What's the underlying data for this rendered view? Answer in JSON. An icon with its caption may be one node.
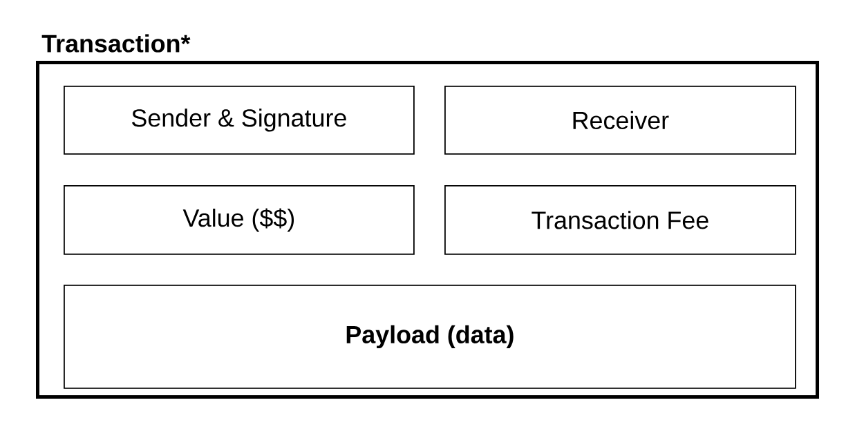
{
  "diagram": {
    "nodes": [
      {
        "text": [
          "Transaction*"
        ]
      },
      {
        "text": [
          "Sender & Signature"
        ],
        "in": 0
      },
      {
        "text": [
          "Receiver"
        ],
        "in": 0
      },
      {
        "text": [
          "Value ($$)"
        ],
        "in": 0
      },
      {
        "text": [
          "Transaction Fee"
        ],
        "in": 0
      },
      {
        "text": [
          "Payload (data)"
        ],
        "in": 0
      }
    ]
  }
}
